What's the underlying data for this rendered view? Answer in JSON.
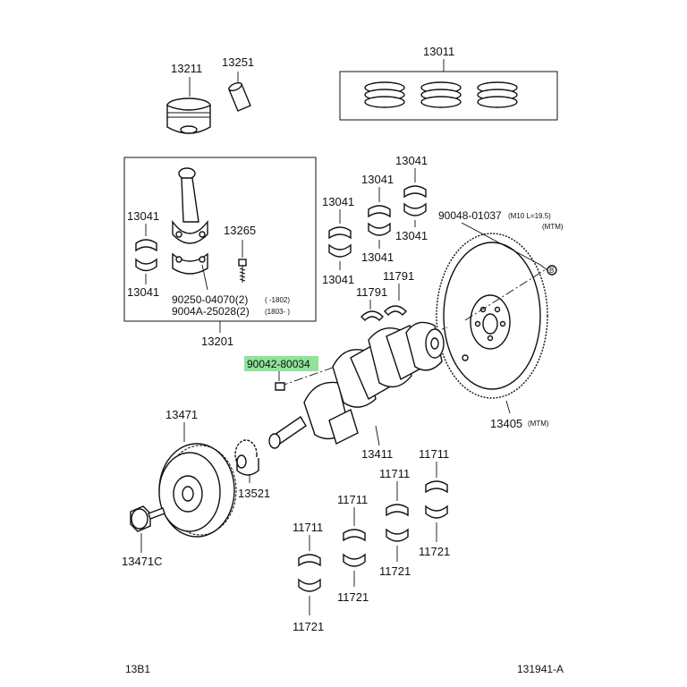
{
  "part_numbers": {
    "p13211": "13211",
    "p13251": "13251",
    "p13011": "13011",
    "p13041_a": "13041",
    "p13041_b": "13041",
    "p13041_c": "13041",
    "p13041_d": "13041",
    "p13041_e": "13041",
    "p13041_f": "13041",
    "p13041_g": "13041",
    "p13265": "13265",
    "p13201": "13201",
    "p90048": "90048-01037",
    "p90048_note1": "(M10 L=19.5)",
    "p90048_note2": "(MTM)",
    "p11791_a": "11791",
    "p11791_b": "11791",
    "p90042": "90042-80034",
    "p13471": "13471",
    "p13405": "13405",
    "p13405_note": "(MTM)",
    "p13411": "13411",
    "p11711_a": "11711",
    "p11711_b": "11711",
    "p11711_c": "11711",
    "p11711_d": "11711",
    "p13521": "13521",
    "p11721_a": "11721",
    "p11721_b": "11721",
    "p11721_c": "11721",
    "p11721_d": "11721",
    "p13471c": "13471C"
  },
  "box_notes": {
    "line1_part": "90250-04070(2)",
    "line1_range": "(      -1802)",
    "line2_part": "9004A-25028(2)",
    "line2_range": "(1803-      )"
  },
  "marker_b": "B",
  "footer": {
    "left_code": "13B1",
    "right_code": "131941-A"
  },
  "highlight_color": "#8fe39a"
}
